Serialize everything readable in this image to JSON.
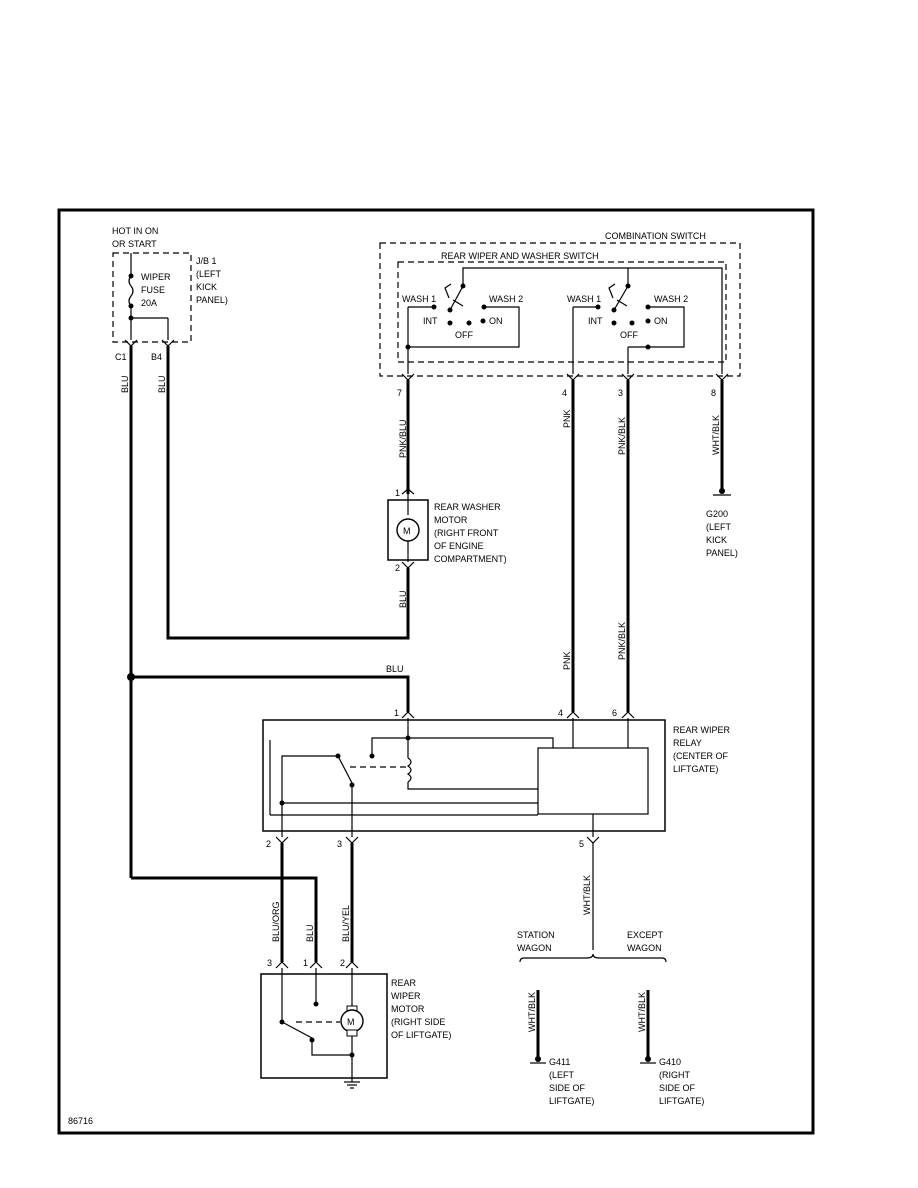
{
  "diagram_id": "86716",
  "power": {
    "hot_label_1": "HOT IN ON",
    "hot_label_2": "OR START"
  },
  "fuse": {
    "label_1": "WIPER",
    "label_2": "FUSE",
    "label_3": "20A"
  },
  "junction_block": {
    "l1": "J/B 1",
    "l2": "(LEFT",
    "l3": "KICK",
    "l4": "PANEL)"
  },
  "connectors": {
    "c1": "C1",
    "b4": "B4"
  },
  "combination_switch": {
    "title": "COMBINATION SWITCH",
    "subtitle": "REAR WIPER AND WASHER SWITCH",
    "wash1": "WASH 1",
    "wash2": "WASH 2",
    "int": "INT",
    "off": "OFF",
    "on": "ON",
    "pins": [
      "7",
      "4",
      "3",
      "8"
    ]
  },
  "washer_motor": {
    "l1": "REAR WASHER",
    "l2": "MOTOR",
    "l3": "(RIGHT FRONT",
    "l4": "OF ENGINE",
    "l5": "COMPARTMENT)",
    "pin1": "1",
    "pin2": "2",
    "symbol": "M"
  },
  "ground_g200": {
    "l1": "G200",
    "l2": "(LEFT",
    "l3": "KICK",
    "l4": "PANEL)"
  },
  "relay": {
    "l1": "REAR WIPER",
    "l2": "RELAY",
    "l3": "(CENTER OF",
    "l4": "LIFTGATE)",
    "pins": {
      "p1": "1",
      "p4": "4",
      "p6": "6",
      "p2": "2",
      "p3": "3",
      "p5": "5"
    }
  },
  "wiper_motor": {
    "l1": "REAR",
    "l2": "WIPER",
    "l3": "MOTOR",
    "l4": "(RIGHT SIDE",
    "l5": "OF LIFTGATE)",
    "pins": [
      "3",
      "1",
      "2"
    ],
    "symbol": "M"
  },
  "wires": {
    "blu": "BLU",
    "pnk_blu": "PNK/BLU",
    "pnk": "PNK",
    "pnk_blk": "PNK/BLK",
    "wht_blk": "WHT/BLK",
    "blu_org": "BLU/ORG",
    "blu_yel": "BLU/YEL"
  },
  "variants": {
    "station_1": "STATION",
    "station_2": "WAGON",
    "except_1": "EXCEPT",
    "except_2": "WAGON"
  },
  "ground_g411": {
    "l1": "G411",
    "l2": "(LEFT",
    "l3": "SIDE OF",
    "l4": "LIFTGATE)"
  },
  "ground_g410": {
    "l1": "G410",
    "l2": "(RIGHT",
    "l3": "SIDE OF",
    "l4": "LIFTGATE)"
  }
}
